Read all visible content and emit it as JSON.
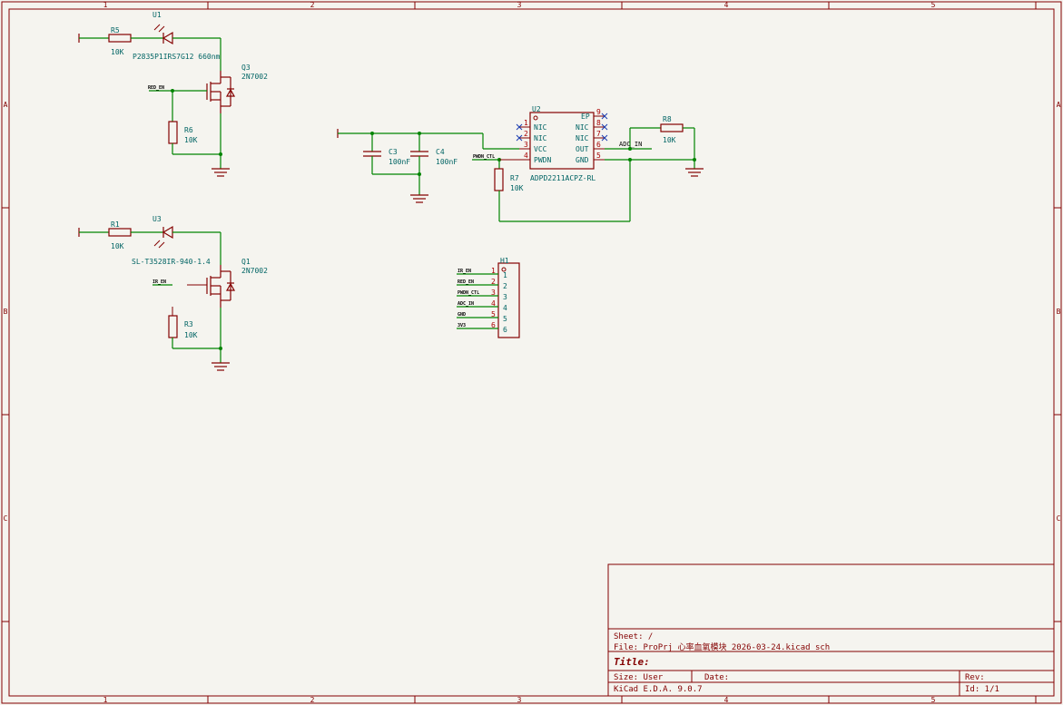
{
  "sheet": {
    "col_labels": [
      "1",
      "2",
      "3",
      "4",
      "5"
    ],
    "row_labels": [
      "A",
      "B",
      "C"
    ]
  },
  "components": {
    "r5": {
      "ref": "R5",
      "value": "10K"
    },
    "u1": {
      "ref": "U1",
      "value": "P2835P1IRS7G12 660nm"
    },
    "q3": {
      "ref": "Q3",
      "value": "2N7002"
    },
    "r6": {
      "ref": "R6",
      "value": "10K"
    },
    "r1": {
      "ref": "R1",
      "value": "10K"
    },
    "u3": {
      "ref": "U3",
      "value": "SL-T3528IR-940-1.4"
    },
    "q1": {
      "ref": "Q1",
      "value": "2N7002"
    },
    "r3": {
      "ref": "R3",
      "value": "10K"
    },
    "c3": {
      "ref": "C3",
      "value": "100nF"
    },
    "c4": {
      "ref": "C4",
      "value": "100nF"
    },
    "u2": {
      "ref": "U2",
      "value": "ADPD2211ACPZ-RL"
    },
    "r7": {
      "ref": "R7",
      "value": "10K"
    },
    "r8": {
      "ref": "R8",
      "value": "10K"
    },
    "h1": {
      "ref": "H1"
    }
  },
  "u2_pins": {
    "left": [
      {
        "num": "1",
        "name": "NIC"
      },
      {
        "num": "2",
        "name": "NIC"
      },
      {
        "num": "3",
        "name": "VCC"
      },
      {
        "num": "4",
        "name": "PWDN"
      }
    ],
    "right": [
      {
        "num": "9",
        "name": "EP"
      },
      {
        "num": "8",
        "name": "NIC"
      },
      {
        "num": "7",
        "name": "NIC"
      },
      {
        "num": "6",
        "name": "OUT"
      },
      {
        "num": "5",
        "name": "GND"
      }
    ]
  },
  "net_labels": {
    "red_en": "RED_EN",
    "ir_en": "IR_EN",
    "pwdn_ctl": "PWDN_CTL",
    "adc_in": "ADC_IN"
  },
  "h1_pins": [
    {
      "num": "1",
      "label": "IR_EN"
    },
    {
      "num": "2",
      "label": "RED_EN"
    },
    {
      "num": "3",
      "label": "PWDN_CTL"
    },
    {
      "num": "4",
      "label": "ADC_IN"
    },
    {
      "num": "5",
      "label": "GND"
    },
    {
      "num": "6",
      "label": "3V3"
    }
  ],
  "title_block": {
    "sheet": "Sheet: /",
    "file": "File: ProPrj_心率血氧模块_2026-03-24.kicad_sch",
    "title": "Title:",
    "size": "Size: User",
    "date": "Date:",
    "rev": "Rev:",
    "kicad": "KiCad E.D.A. 9.0.7",
    "id": "Id: 1/1"
  }
}
